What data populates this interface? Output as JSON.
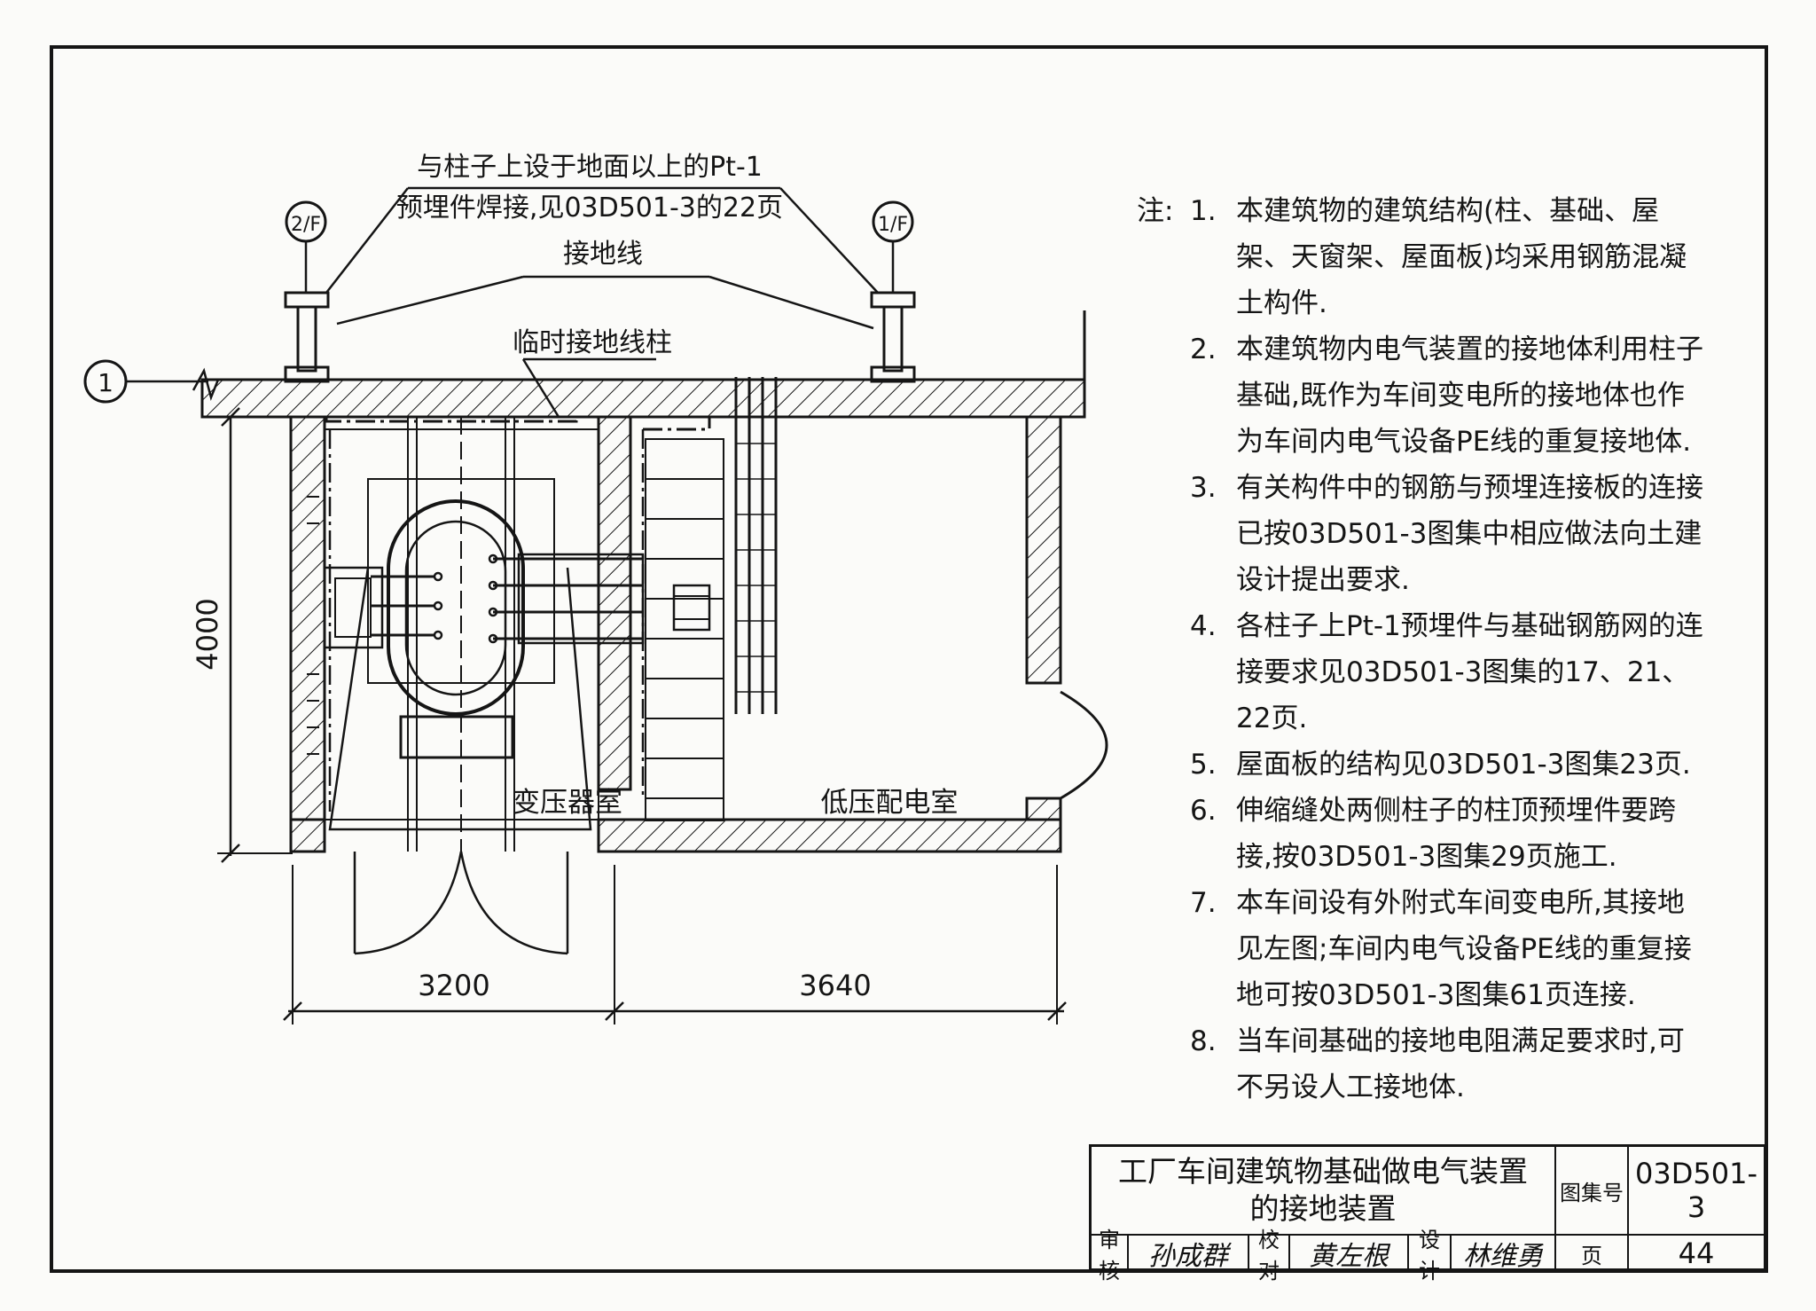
{
  "callouts": {
    "embed_note_line1": "与柱子上设于地面以上的Pt-1",
    "embed_note_line2": "预埋件焊接,见03D501-3的22页",
    "ground_wire": "接地线",
    "temp_post": "临时接地线柱"
  },
  "axes": {
    "axis_2F": "2/F",
    "axis_1F": "1/F",
    "axis_1": "1"
  },
  "rooms": {
    "transformer_room": "变压器室",
    "low_voltage_room": "低压配电室"
  },
  "dimensions": {
    "height": "4000",
    "width_left": "3200",
    "width_right": "3640"
  },
  "notes": {
    "prefix": "注:",
    "items": [
      {
        "num": "1.",
        "text": "本建筑物的建筑结构(柱、基础、屋架、天窗架、屋面板)均采用钢筋混凝土构件."
      },
      {
        "num": "2.",
        "text": "本建筑物内电气装置的接地体利用柱子基础,既作为车间变电所的接地体也作为车间内电气设备PE线的重复接地体."
      },
      {
        "num": "3.",
        "text": "有关构件中的钢筋与预埋连接板的连接已按03D501-3图集中相应做法向土建设计提出要求."
      },
      {
        "num": "4.",
        "text": "各柱子上Pt-1预埋件与基础钢筋网的连接要求见03D501-3图集的17、21、22页."
      },
      {
        "num": "5.",
        "text": "屋面板的结构见03D501-3图集23页."
      },
      {
        "num": "6.",
        "text": "伸缩缝处两侧柱子的柱顶预埋件要跨接,按03D501-3图集29页施工."
      },
      {
        "num": "7.",
        "text": "本车间设有外附式车间变电所,其接地见左图;车间内电气设备PE线的重复接地可按03D501-3图集61页连接."
      },
      {
        "num": "8.",
        "text": "当车间基础的接地电阻满足要求时,可不另设人工接地体."
      }
    ]
  },
  "title_block": {
    "title_line1": "工厂车间建筑物基础做电气装置",
    "title_line2": "的接地装置",
    "atlas_label": "图集号",
    "atlas_no": "03D501-3",
    "page_label": "页",
    "page_no": "44",
    "review_label": "审核",
    "review_sig": "孙成群",
    "check_label": "校对",
    "check_sig": "黄左根",
    "design_label": "设计",
    "design_sig": "林维勇"
  }
}
